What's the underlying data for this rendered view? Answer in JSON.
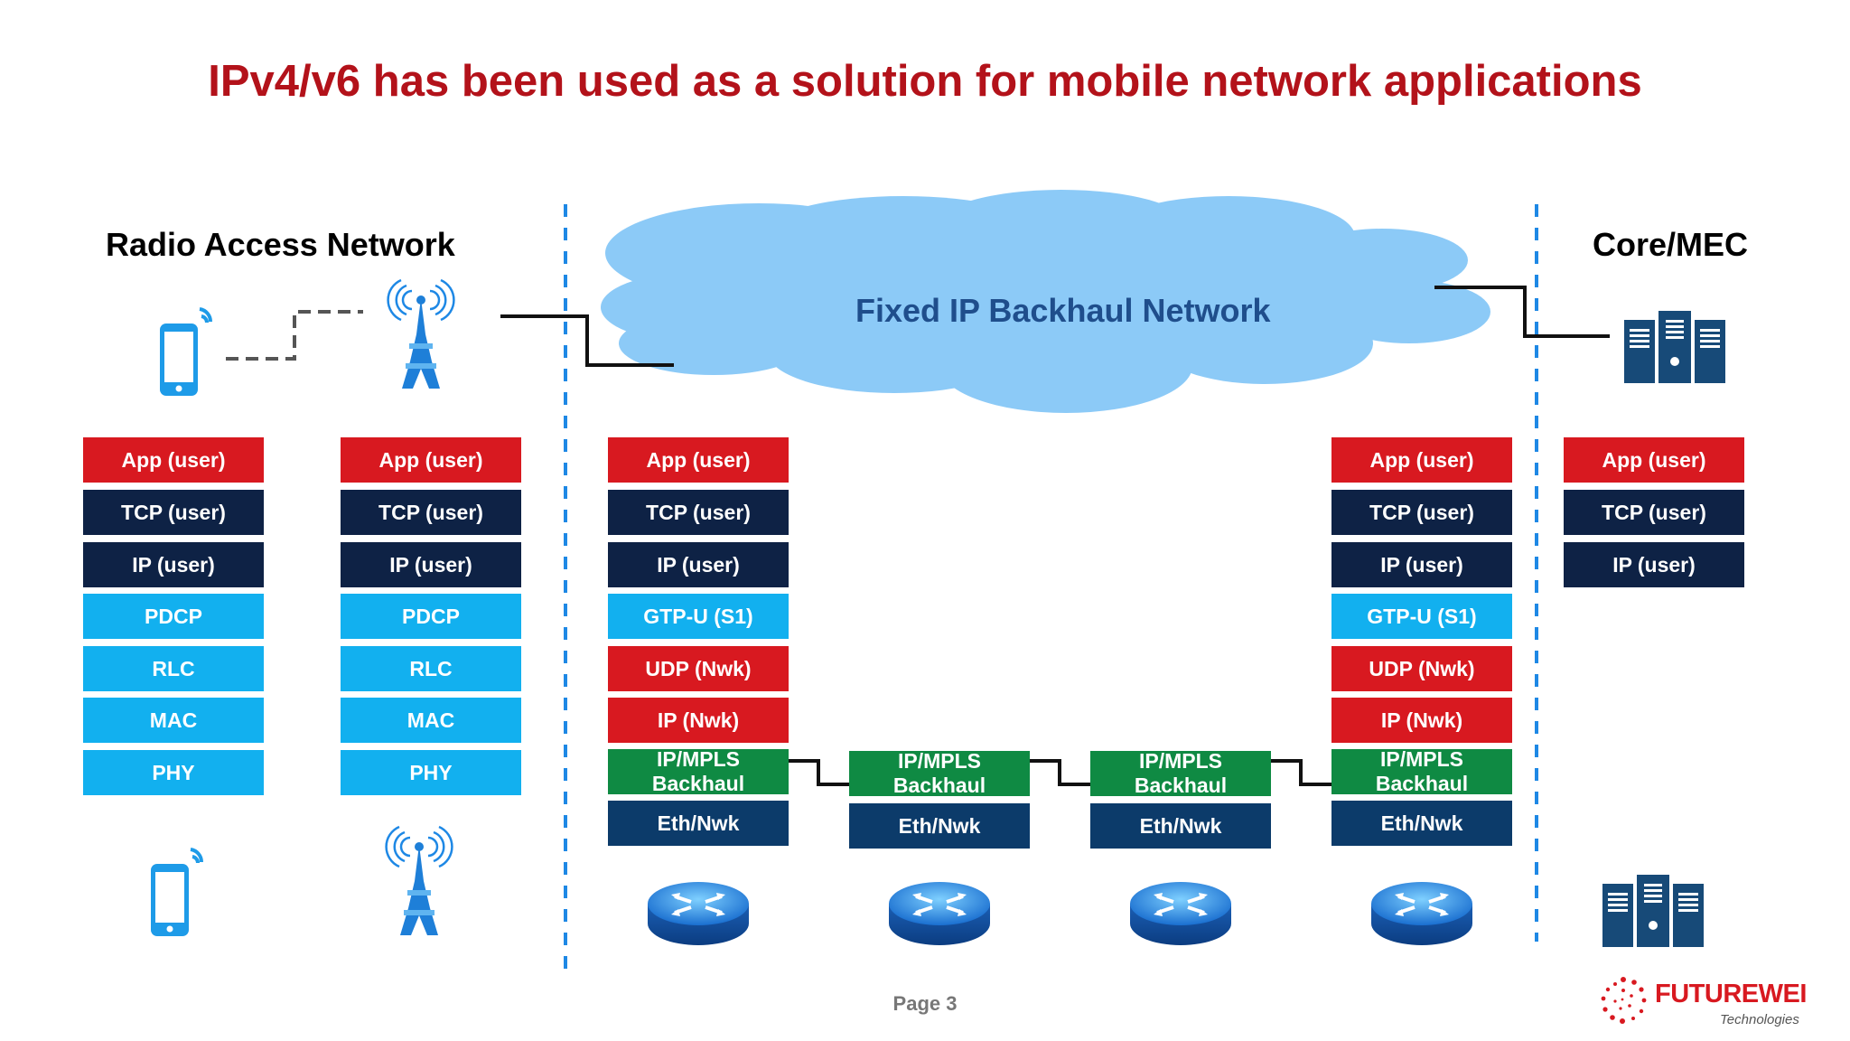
{
  "title": "IPv4/v6 has been used as a solution for mobile network applications",
  "sections": {
    "ran": "Radio Access Network",
    "core": "Core/MEC",
    "cloud": "Fixed IP Backhaul Network"
  },
  "stacks": {
    "ue": [
      "App (user)",
      "TCP (user)",
      "IP (user)",
      "PDCP",
      "RLC",
      "MAC",
      "PHY"
    ],
    "enb": [
      "App (user)",
      "TCP (user)",
      "IP (user)",
      "PDCP",
      "RLC",
      "MAC",
      "PHY"
    ],
    "router1": [
      "App (user)",
      "TCP (user)",
      "IP (user)",
      "GTP-U (S1)",
      "UDP (Nwk)",
      "IP (Nwk)",
      "IP/MPLS Backhaul",
      "Eth/Nwk"
    ],
    "router2": [
      "IP/MPLS Backhaul",
      "Eth/Nwk"
    ],
    "router3": [
      "IP/MPLS Backhaul",
      "Eth/Nwk"
    ],
    "router4": [
      "App (user)",
      "TCP (user)",
      "IP (user)",
      "GTP-U (S1)",
      "UDP (Nwk)",
      "IP (Nwk)",
      "IP/MPLS Backhaul",
      "Eth/Nwk"
    ],
    "core": [
      "App (user)",
      "TCP (user)",
      "IP (user)"
    ]
  },
  "footer": {
    "page": "Page 3",
    "logo_name": "FUTUREWEI",
    "logo_sub": "Technologies"
  },
  "colors": {
    "title": "#b3121a",
    "app_layer": "#d81920",
    "transport_layer": "#0e2245",
    "radio_layer": "#12b0ef",
    "backhaul_layer": "#0f8a43",
    "eth_layer": "#0c3b6a",
    "cloud": "#8ccaf7",
    "divider": "#1e88e5"
  },
  "icons": [
    "smartphone-icon",
    "cell-tower-icon",
    "router-icon",
    "server-icon",
    "futurewei-logo-icon"
  ]
}
